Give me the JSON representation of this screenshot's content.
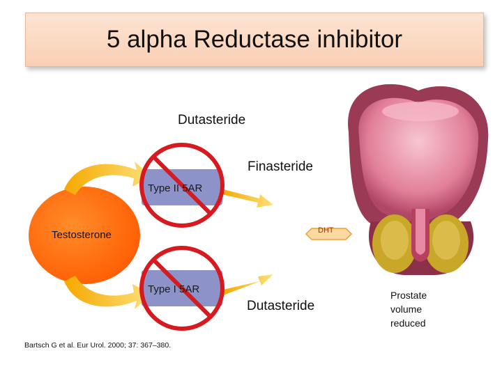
{
  "title": "5 alpha Reductase inhibitor",
  "labels": {
    "dutasteride_top": "Dutasteride",
    "finasteride": "Finasteride",
    "dutasteride_bottom": "Dutasteride",
    "type2": "Type II 5AR",
    "type1": "Type I 5AR",
    "testosterone": "Testosterone",
    "dht": "DHT",
    "prostate": [
      "Prostate",
      "volume",
      "reduced"
    ]
  },
  "citation": "Bartsch G et al. Eur Urol. 2000; 37: 367–380.",
  "colors": {
    "orange": "#ff6a00",
    "arrow_yellow": "#f5b400",
    "prohibit_red": "#d71920",
    "enzyme_box": "#8d93c9",
    "prostate_outer": "#9b3a55",
    "prostate_inner": "#e99aac",
    "gland_yellow": "#c9a728"
  },
  "icons": [
    "prohibition-sign-icon",
    "arrow-icon",
    "prostate-illustration"
  ]
}
